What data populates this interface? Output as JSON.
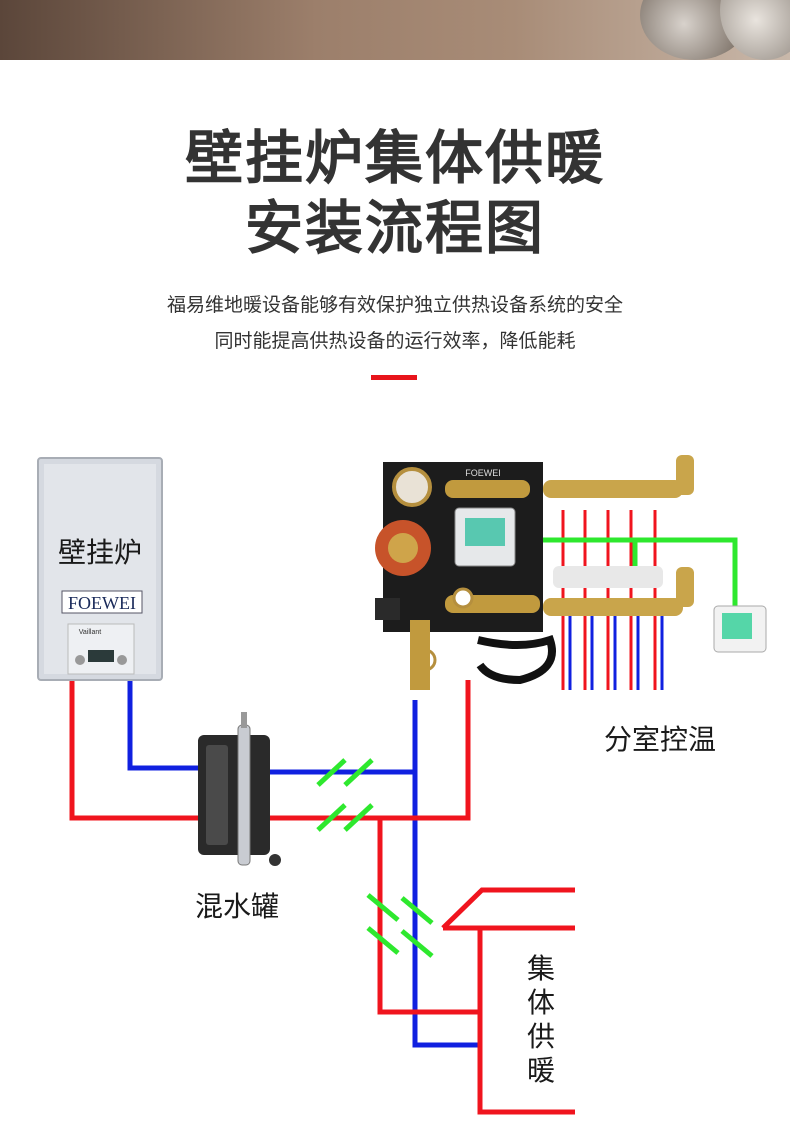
{
  "header": {
    "title_line1": "壁挂炉集体供暖",
    "title_line2": "安装流程图",
    "subtitle_line1": "福易维地暖设备能够有效保护独立供热设备系统的安全",
    "subtitle_line2": "同时能提高供热设备的运行效率，降低能耗"
  },
  "diagram": {
    "boiler_label": "壁挂炉",
    "boiler_brand": "FOEWEI",
    "boiler_small_brand": "Vaillant",
    "mixing_tank_label": "混水罐",
    "room_control_label": "分室控温",
    "collective_heating_label": "集体供暖",
    "panel_brand": "FOEWEI",
    "colors": {
      "hot": "#f0141e",
      "cold": "#1020e0",
      "signal": "#2ee82e",
      "accent": "#e8141b"
    }
  }
}
